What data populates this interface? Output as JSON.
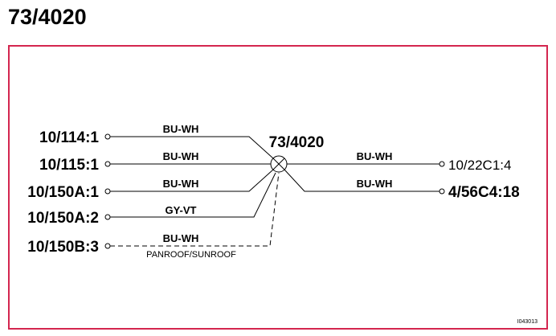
{
  "title": "73/4020",
  "splice_label": "73/4020",
  "left_connectors": [
    {
      "id": "10/114:1",
      "wire": "BU-WH"
    },
    {
      "id": "10/115:1",
      "wire": "BU-WH"
    },
    {
      "id": "10/150A:1",
      "wire": "BU-WH"
    },
    {
      "id": "10/150A:2",
      "wire": "GY-VT"
    },
    {
      "id": "10/150B:3",
      "wire": "BU-WH",
      "note": "PANROOF/SUNROOF"
    }
  ],
  "right_connectors": [
    {
      "id": "10/22C1:4",
      "wire": "BU-WH"
    },
    {
      "id": "4/56C4:18",
      "wire": "BU-WH"
    }
  ],
  "figure_code": "I043013",
  "colors": {
    "frame": "#d4264f",
    "line": "#000000"
  }
}
